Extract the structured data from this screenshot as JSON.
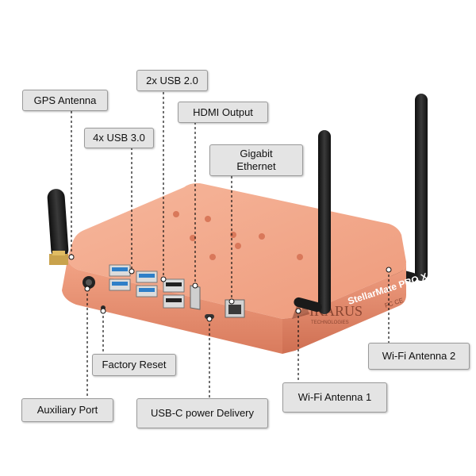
{
  "labels": {
    "gps": "GPS Antenna",
    "usb2": "2x USB 2.0",
    "hdmi": "HDMI Output",
    "usb3": "4x USB 3.0",
    "ethernet": "Gigabit\nEthernet",
    "reset": "Factory Reset",
    "aux": "Auxiliary Port",
    "usbc": "USB-C power Delivery",
    "wifi1": "Wi-Fi Antenna 1",
    "wifi2": "Wi-Fi Antenna 2"
  },
  "device": {
    "brand": "IKARUS",
    "brand_sub": "TECHNOLOGIES",
    "model": "StellarMate PRO X",
    "cert": "FC CE"
  },
  "colors": {
    "chassis": "#f2a184",
    "chassis_dark": "#d9785a",
    "callout_bg": "#e4e4e4",
    "usb3_blue": "#2f7fc8",
    "antenna": "#1d1d1d"
  }
}
